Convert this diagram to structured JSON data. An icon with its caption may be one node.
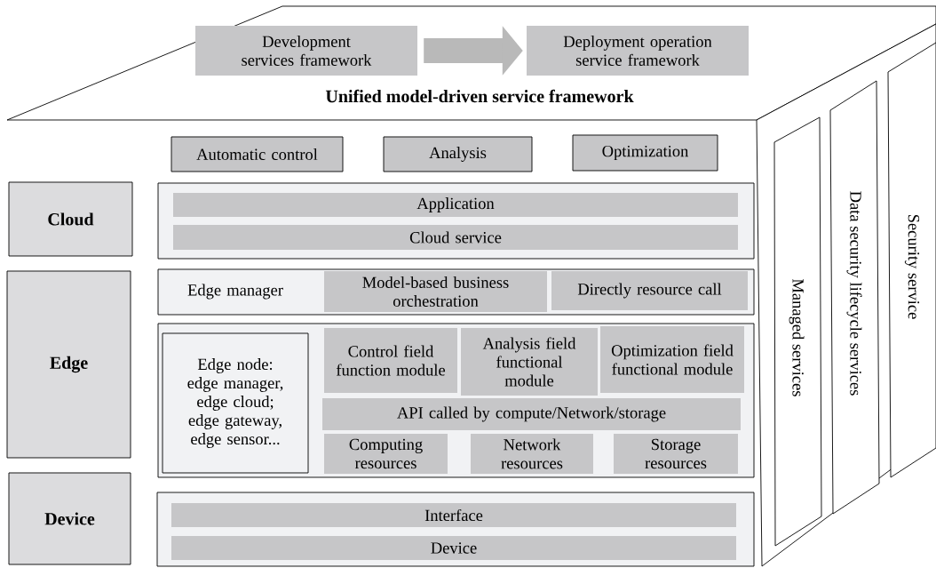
{
  "diagram": {
    "nodes": [
      {
        "text": [
          "Unified model-driven service framework"
        ]
      },
      {
        "text": [
          "Development services framework"
        ],
        "in": 0
      },
      {
        "text": [
          "Deployment operation service framework"
        ],
        "in": 0
      },
      {
        "text": [
          "Automatic control"
        ]
      },
      {
        "text": [
          "Analysis"
        ]
      },
      {
        "text": [
          "Optimization"
        ]
      },
      {
        "text": [
          "Cloud"
        ]
      },
      {
        "text": [
          "Edge"
        ]
      },
      {
        "text": [
          "Device"
        ]
      },
      {
        "text": [],
        "shape": "box"
      },
      {
        "text": [
          "Application"
        ],
        "in": 9
      },
      {
        "text": [
          "Cloud service"
        ],
        "in": 9
      },
      {
        "text": [
          "Edge manager"
        ]
      },
      {
        "text": [
          "Model-based business orchestration"
        ],
        "in": 12
      },
      {
        "text": [
          "Directly resource call"
        ],
        "in": 12
      },
      {
        "text": [],
        "shape": "box"
      },
      {
        "text": [
          "Edge node: edge manager, edge cloud; edge gateway, edge sensor..."
        ],
        "in": 15
      },
      {
        "text": [
          "Control field function module"
        ],
        "in": 15
      },
      {
        "text": [
          "Analysis field functional module"
        ],
        "in": 15
      },
      {
        "text": [
          "Optimization field functional module"
        ],
        "in": 15
      },
      {
        "text": [
          "API called by compute/Network/storage"
        ],
        "in": 15
      },
      {
        "text": [
          "Computing resources"
        ],
        "in": 15
      },
      {
        "text": [
          "Network resources"
        ],
        "in": 15
      },
      {
        "text": [
          "Storage resources"
        ],
        "in": 15
      },
      {
        "text": [],
        "shape": "box"
      },
      {
        "text": [
          "Interface"
        ],
        "in": 24
      },
      {
        "text": [
          "Device"
        ],
        "in": 24
      },
      {
        "text": [],
        "shape": "box"
      },
      {
        "text": [
          "Managed services"
        ],
        "in": 27
      },
      {
        "text": [
          "Data security lifecycle services"
        ],
        "in": 27
      },
      {
        "text": [
          "Security service"
        ],
        "in": 27
      }
    ],
    "edges": [
      {
        "from": 1,
        "to": 2,
        "arrow": "to"
      }
    ]
  }
}
